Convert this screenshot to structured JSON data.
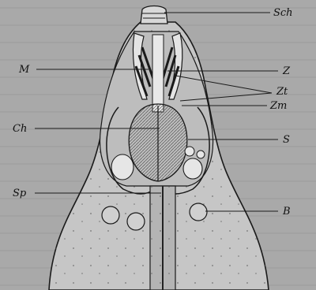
{
  "figure": {
    "labels": {
      "sch": "Sch",
      "m": "M",
      "z": "Z",
      "zt": "Zt",
      "zm": "Zm",
      "ch": "Ch",
      "s": "S",
      "sp": "Sp",
      "b": "B"
    }
  },
  "colors": {
    "page": "#a9a9a9",
    "tissue": "#c6c6c6",
    "ink": "#1a1a1a"
  }
}
